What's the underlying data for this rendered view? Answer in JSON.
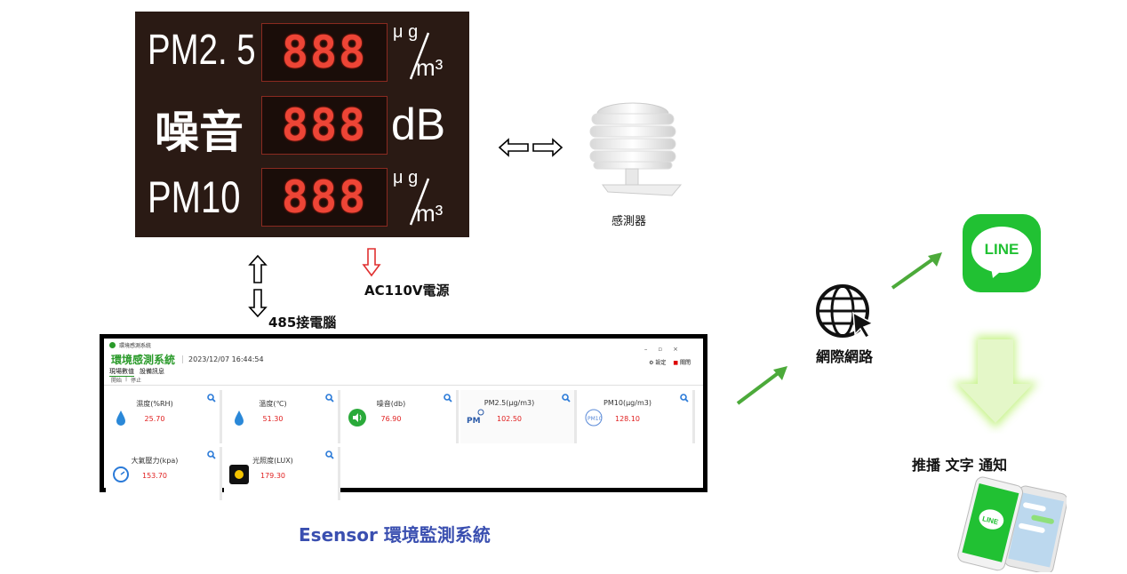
{
  "display_board": {
    "rows": [
      {
        "label": "PM2. 5",
        "digits": "888",
        "unit_top": "μ g",
        "unit_bottom": "m³"
      },
      {
        "label": "噪音",
        "digits": "888",
        "unit": "dB"
      },
      {
        "label": "PM10",
        "digits": "888",
        "unit_top": "μ g",
        "unit_bottom": "m³"
      }
    ]
  },
  "sensor": {
    "label": "感測器"
  },
  "power": {
    "label": "AC110V電源"
  },
  "pc_link": {
    "label": "485接電腦"
  },
  "software": {
    "window_title": "環境感測系統",
    "system_title": "環境感測系統",
    "datetime": "2023/12/07 16:44:54",
    "header_right": [
      "設定",
      "關閉"
    ],
    "tabs": [
      "現場數值",
      "設備訊息"
    ],
    "toolbar": [
      "開始",
      "停止"
    ],
    "cards": [
      {
        "name": "濕度(%RH)",
        "value": "25.70",
        "icon": "water-drop-icon"
      },
      {
        "name": "溫度(℃)",
        "value": "51.30",
        "icon": "water-drop-icon"
      },
      {
        "name": "噪音(db)",
        "value": "76.90",
        "icon": "speaker-icon"
      },
      {
        "name": "PM2.5(μg/m3)",
        "value": "102.50",
        "icon": "pm25-icon"
      },
      {
        "name": "PM10(μg/m3)",
        "value": "128.10",
        "icon": "pm10-icon"
      },
      {
        "name": "大氣壓力(kpa)",
        "value": "153.70",
        "icon": "gauge-icon"
      },
      {
        "name": "光照度(LUX)",
        "value": "179.30",
        "icon": "sun-icon"
      }
    ]
  },
  "system_caption": "Esensor  環境監測系統",
  "network": {
    "label": "網際網路"
  },
  "line_app": {
    "logo_text": "LINE"
  },
  "notify": {
    "label": "推播 文字  通知"
  },
  "colors": {
    "board_bg": "#2a1a14",
    "led_red": "#ff4a3a",
    "line_green": "#21c133",
    "arrow_green": "#4caa3a",
    "caption_blue": "#3a4fb0",
    "value_red": "#e02020"
  }
}
